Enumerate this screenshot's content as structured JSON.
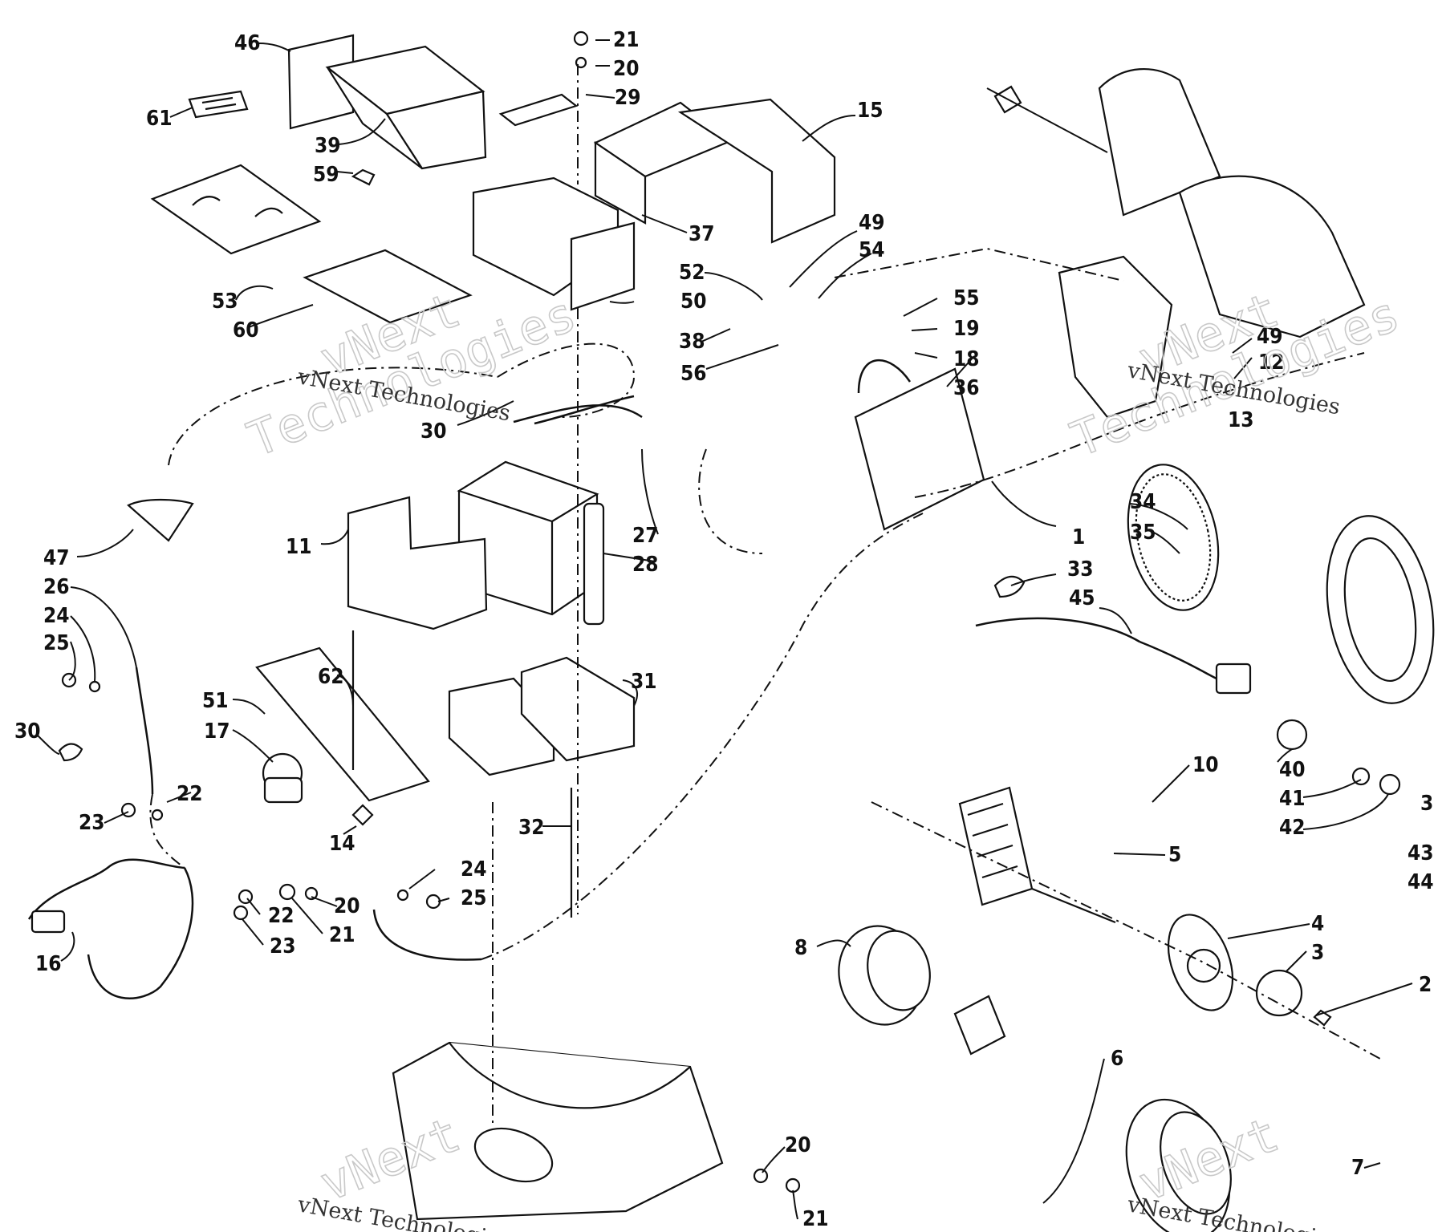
{
  "callouts": [
    "46",
    "21",
    "20",
    "29",
    "61",
    "39",
    "15",
    "59",
    "37",
    "49",
    "54",
    "52",
    "50",
    "53",
    "60",
    "55",
    "19",
    "38",
    "18",
    "56",
    "36",
    "49",
    "12",
    "13",
    "30",
    "27",
    "28",
    "1",
    "34",
    "35",
    "33",
    "45",
    "11",
    "47",
    "26",
    "24",
    "25",
    "62",
    "31",
    "51",
    "17",
    "30",
    "40",
    "41",
    "42",
    "22",
    "23",
    "14",
    "32",
    "10",
    "5",
    "24",
    "25",
    "20",
    "21",
    "22",
    "23",
    "16",
    "4",
    "3",
    "8",
    "6",
    "2",
    "7",
    "20",
    "21",
    "43",
    "44",
    "3"
  ],
  "watermarks": {
    "brand_line": "vNext Technologies",
    "brand_v": "vNext",
    "brand_t": "Technologies"
  }
}
